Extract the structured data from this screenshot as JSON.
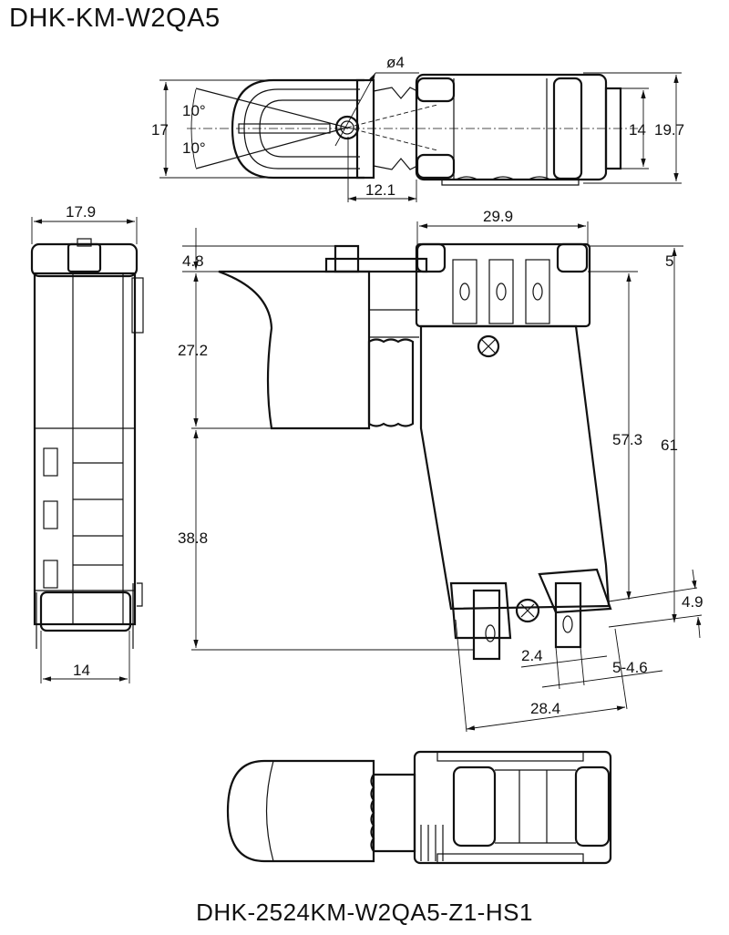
{
  "title": "DHK-KM-W2QA5",
  "model": "DHK-2524KM-W2QA5-Z1-HS1",
  "top_view": {
    "diameter": "ø4",
    "angle_upper": "10°",
    "angle_lower": "10°",
    "height": "17",
    "inner_height": "14",
    "overall_height": "19.7",
    "pivot_offset": "12.1"
  },
  "side_view": {
    "width_top": "17.9",
    "width_bottom": "14"
  },
  "front_view": {
    "body_width": "29.9",
    "trigger_top": "4.8",
    "top_offset": "5",
    "trigger_height": "27.2",
    "lower_height": "38.8",
    "terminal_height": "57.3",
    "overall_height": "61",
    "terminal_step": "4.9",
    "terminal_width": "2.4",
    "terminal_spec": "5-4.6",
    "bottom_width": "28.4"
  }
}
